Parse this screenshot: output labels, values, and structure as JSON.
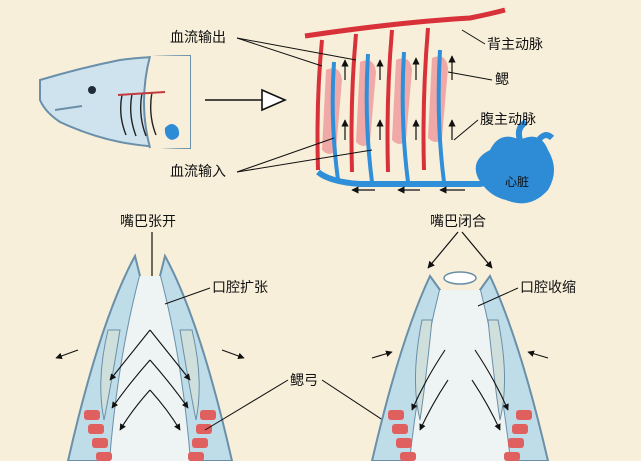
{
  "labels": {
    "blood_outflow": "血流输出",
    "dorsal_aorta": "背主动脉",
    "gill": "鳃",
    "ventral_aorta": "腹主动脉",
    "blood_inflow": "血流输入",
    "heart": "心脏",
    "mouth_open": "嘴巴张开",
    "mouth_closed": "嘴巴闭合",
    "buccal_expand": "口腔扩张",
    "buccal_contract": "口腔收缩",
    "gill_arch": "鳃弓"
  },
  "colors": {
    "background": "#f7efd9",
    "artery_red": "#d8313a",
    "vein_blue": "#2f8fd9",
    "gill_pink": "#f0a9a7",
    "heart_blue": "#2e8bd6",
    "mouth_fill": "#eef3f3",
    "mouth_wall": "#bfdde8",
    "cartilage": "#cfe0dc"
  }
}
